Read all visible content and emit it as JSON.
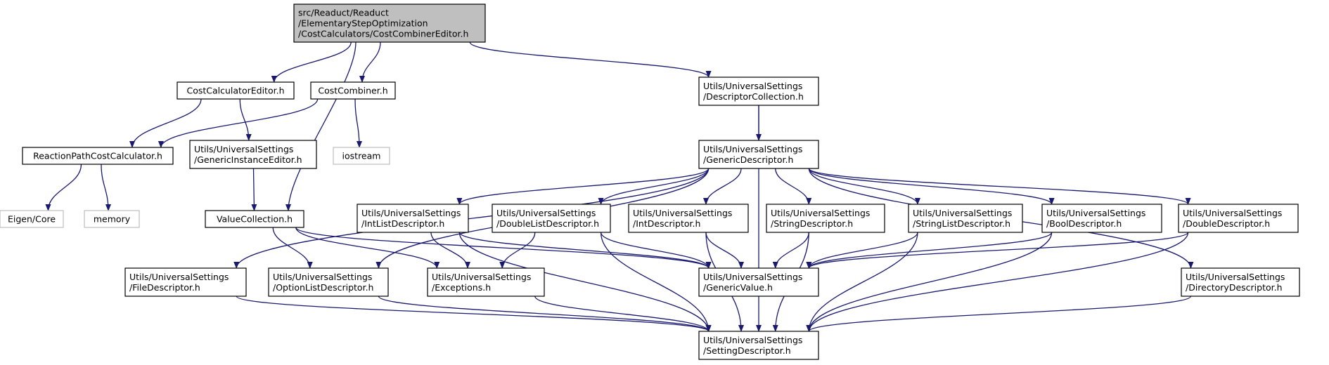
{
  "diagram": {
    "type": "include-dependency-graph",
    "colors": {
      "edge": "#191970",
      "node_border": "#000000",
      "root_fill": "#bfbfbf",
      "node_fill": "#ffffff",
      "external_border": "#bfbfbf"
    },
    "nodes": [
      {
        "id": "root",
        "kind": "root",
        "lines": [
          "src/Readuct/Readuct",
          "/ElementaryStepOptimization",
          "/CostCalculators/CostCombinerEditor.h"
        ]
      },
      {
        "id": "cce",
        "kind": "normal",
        "lines": [
          "CostCalculatorEditor.h"
        ]
      },
      {
        "id": "cc",
        "kind": "normal",
        "lines": [
          "CostCombiner.h"
        ]
      },
      {
        "id": "dc",
        "kind": "normal",
        "lines": [
          "Utils/UniversalSettings",
          "/DescriptorCollection.h"
        ]
      },
      {
        "id": "rpcc",
        "kind": "normal",
        "lines": [
          "ReactionPathCostCalculator.h"
        ]
      },
      {
        "id": "gie",
        "kind": "normal",
        "lines": [
          "Utils/UniversalSettings",
          "/GenericInstanceEditor.h"
        ]
      },
      {
        "id": "iostream",
        "kind": "external",
        "lines": [
          "iostream"
        ]
      },
      {
        "id": "gd",
        "kind": "normal",
        "lines": [
          "Utils/UniversalSettings",
          "/GenericDescriptor.h"
        ]
      },
      {
        "id": "eigen",
        "kind": "external",
        "lines": [
          "Eigen/Core"
        ]
      },
      {
        "id": "memory",
        "kind": "external",
        "lines": [
          "memory"
        ]
      },
      {
        "id": "vc",
        "kind": "normal",
        "lines": [
          "ValueCollection.h"
        ]
      },
      {
        "id": "ild",
        "kind": "normal",
        "lines": [
          "Utils/UniversalSettings",
          "/IntListDescriptor.h"
        ]
      },
      {
        "id": "dld",
        "kind": "normal",
        "lines": [
          "Utils/UniversalSettings",
          "/DoubleListDescriptor.h"
        ]
      },
      {
        "id": "id",
        "kind": "normal",
        "lines": [
          "Utils/UniversalSettings",
          "/IntDescriptor.h"
        ]
      },
      {
        "id": "sd",
        "kind": "normal",
        "lines": [
          "Utils/UniversalSettings",
          "/StringDescriptor.h"
        ]
      },
      {
        "id": "sld",
        "kind": "normal",
        "lines": [
          "Utils/UniversalSettings",
          "/StringListDescriptor.h"
        ]
      },
      {
        "id": "bd",
        "kind": "normal",
        "lines": [
          "Utils/UniversalSettings",
          "/BoolDescriptor.h"
        ]
      },
      {
        "id": "dd",
        "kind": "normal",
        "lines": [
          "Utils/UniversalSettings",
          "/DoubleDescriptor.h"
        ]
      },
      {
        "id": "fd",
        "kind": "normal",
        "lines": [
          "Utils/UniversalSettings",
          "/FileDescriptor.h"
        ]
      },
      {
        "id": "old",
        "kind": "normal",
        "lines": [
          "Utils/UniversalSettings",
          "/OptionListDescriptor.h"
        ]
      },
      {
        "id": "exc",
        "kind": "normal",
        "lines": [
          "Utils/UniversalSettings",
          "/Exceptions.h"
        ]
      },
      {
        "id": "gv",
        "kind": "normal",
        "lines": [
          "Utils/UniversalSettings",
          "/GenericValue.h"
        ]
      },
      {
        "id": "dird",
        "kind": "normal",
        "lines": [
          "Utils/UniversalSettings",
          "/DirectoryDescriptor.h"
        ]
      },
      {
        "id": "setd",
        "kind": "normal",
        "lines": [
          "Utils/UniversalSettings",
          "/SettingDescriptor.h"
        ]
      }
    ],
    "edges": [
      [
        "root",
        "cce"
      ],
      [
        "root",
        "cc"
      ],
      [
        "root",
        "vc"
      ],
      [
        "root",
        "dc"
      ],
      [
        "cce",
        "rpcc"
      ],
      [
        "cce",
        "gie"
      ],
      [
        "cc",
        "rpcc"
      ],
      [
        "cc",
        "iostream"
      ],
      [
        "rpcc",
        "eigen"
      ],
      [
        "rpcc",
        "memory"
      ],
      [
        "gie",
        "vc"
      ],
      [
        "dc",
        "gd"
      ],
      [
        "dc",
        "setd"
      ],
      [
        "gd",
        "fd"
      ],
      [
        "gd",
        "old"
      ],
      [
        "gd",
        "ild"
      ],
      [
        "gd",
        "dld"
      ],
      [
        "gd",
        "id"
      ],
      [
        "gd",
        "sd"
      ],
      [
        "gd",
        "sld"
      ],
      [
        "gd",
        "bd"
      ],
      [
        "gd",
        "dd"
      ],
      [
        "gd",
        "dird"
      ],
      [
        "vc",
        "old"
      ],
      [
        "vc",
        "exc"
      ],
      [
        "vc",
        "gv"
      ],
      [
        "ild",
        "exc"
      ],
      [
        "ild",
        "gv"
      ],
      [
        "ild",
        "setd"
      ],
      [
        "dld",
        "exc"
      ],
      [
        "dld",
        "gv"
      ],
      [
        "dld",
        "setd"
      ],
      [
        "id",
        "gv"
      ],
      [
        "id",
        "setd"
      ],
      [
        "sd",
        "gv"
      ],
      [
        "sd",
        "setd"
      ],
      [
        "sld",
        "gv"
      ],
      [
        "sld",
        "setd"
      ],
      [
        "bd",
        "gv"
      ],
      [
        "bd",
        "setd"
      ],
      [
        "dd",
        "gv"
      ],
      [
        "dd",
        "setd"
      ],
      [
        "fd",
        "setd"
      ],
      [
        "old",
        "setd"
      ],
      [
        "exc",
        "setd"
      ],
      [
        "dird",
        "setd"
      ]
    ]
  }
}
